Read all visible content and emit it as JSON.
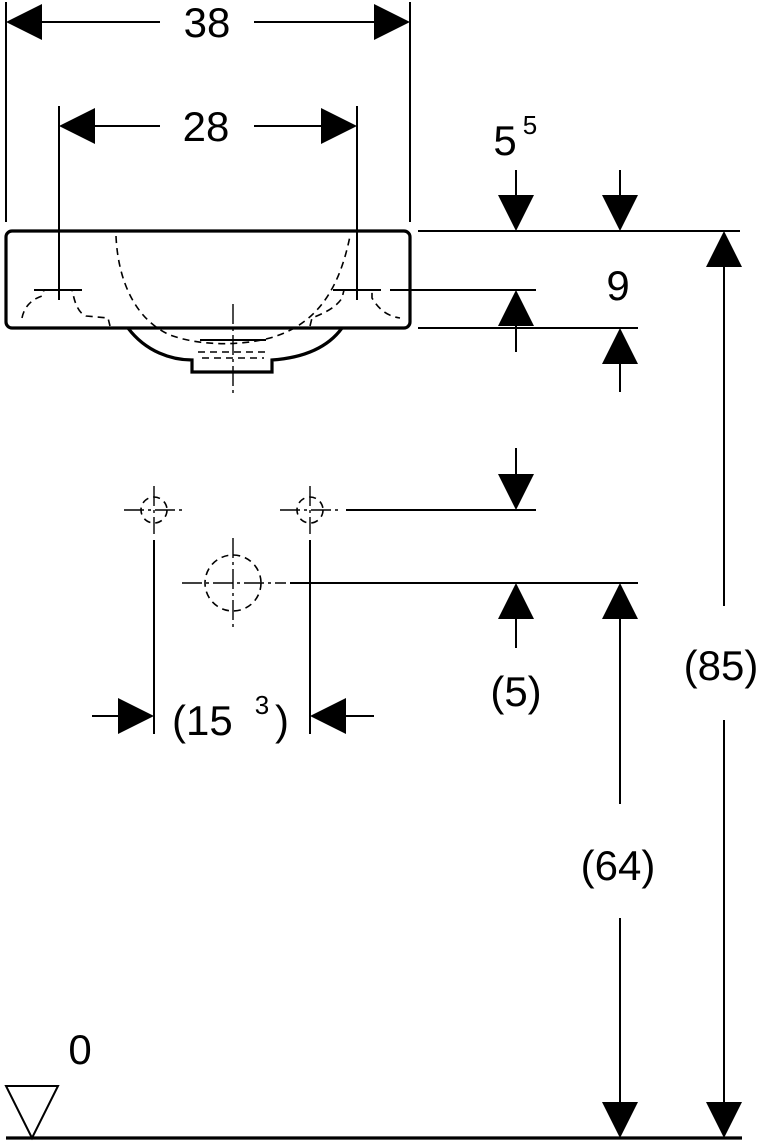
{
  "drawing": {
    "dimensions": {
      "overall_width": "38",
      "tap_hole_spacing": "28",
      "rim_offset_base": "5",
      "rim_offset_sup": "5",
      "rim_thickness": "9",
      "waste_spacing_base": "(15",
      "waste_spacing_sup": "3",
      "waste_spacing_close": ")",
      "waste_offset": "(5)",
      "waste_height": "(64)",
      "rim_height": "(85)",
      "floor_level": "0"
    },
    "colors": {
      "line": "#000000",
      "background": "#ffffff"
    },
    "icons": {
      "floor_marker": "floor-level-triangle-icon"
    }
  }
}
